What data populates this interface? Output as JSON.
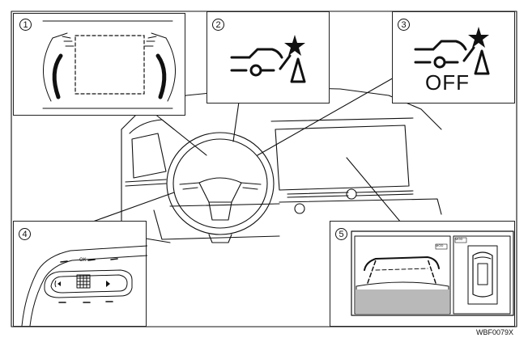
{
  "callouts": {
    "c1": {
      "number": "1"
    },
    "c2": {
      "number": "2"
    },
    "c3": {
      "number": "3",
      "status_text": "OFF"
    },
    "c4": {
      "number": "4",
      "ok_label": "OK"
    },
    "c5": {
      "number": "5",
      "mode_label_main": "MOD",
      "mode_label_side": "MOD"
    }
  },
  "figure_code": "WBF0079X",
  "icons": {
    "warning": "lane-warning-car-icon",
    "warning_off": "lane-warning-off-icon",
    "meter": "meter-display-icon",
    "switch": "steering-switch-icon",
    "camera": "rear-camera-guide-icon"
  }
}
